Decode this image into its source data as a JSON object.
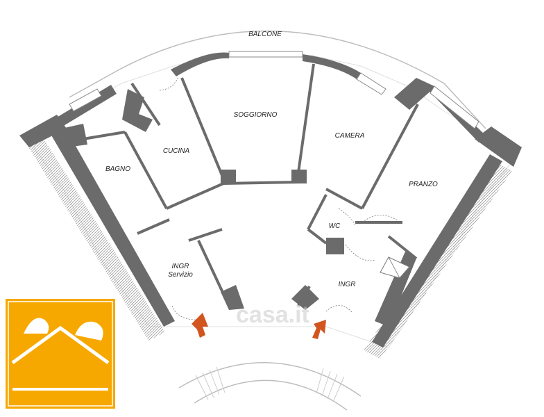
{
  "rooms": {
    "balcone": "BALCONE",
    "soggiorno": "SOGGIORNO",
    "camera": "CAMERA",
    "cucina": "CUCINA",
    "bagno": "BAGNO",
    "pranzo": "PRANZO",
    "wc": "WC",
    "ingr_servizio_1": "INGR",
    "ingr_servizio_2": "Servizio",
    "ingr": "INGR"
  },
  "watermark": "casa.it",
  "colors": {
    "wall": "#6b6b6b",
    "arrow": "#d2541f",
    "logo_bg": "#f7a800",
    "logo_fg": "#ffffff"
  },
  "icons": {
    "entrance_arrow": "arrow-up-icon",
    "logo": "house-roof-logo-icon"
  }
}
